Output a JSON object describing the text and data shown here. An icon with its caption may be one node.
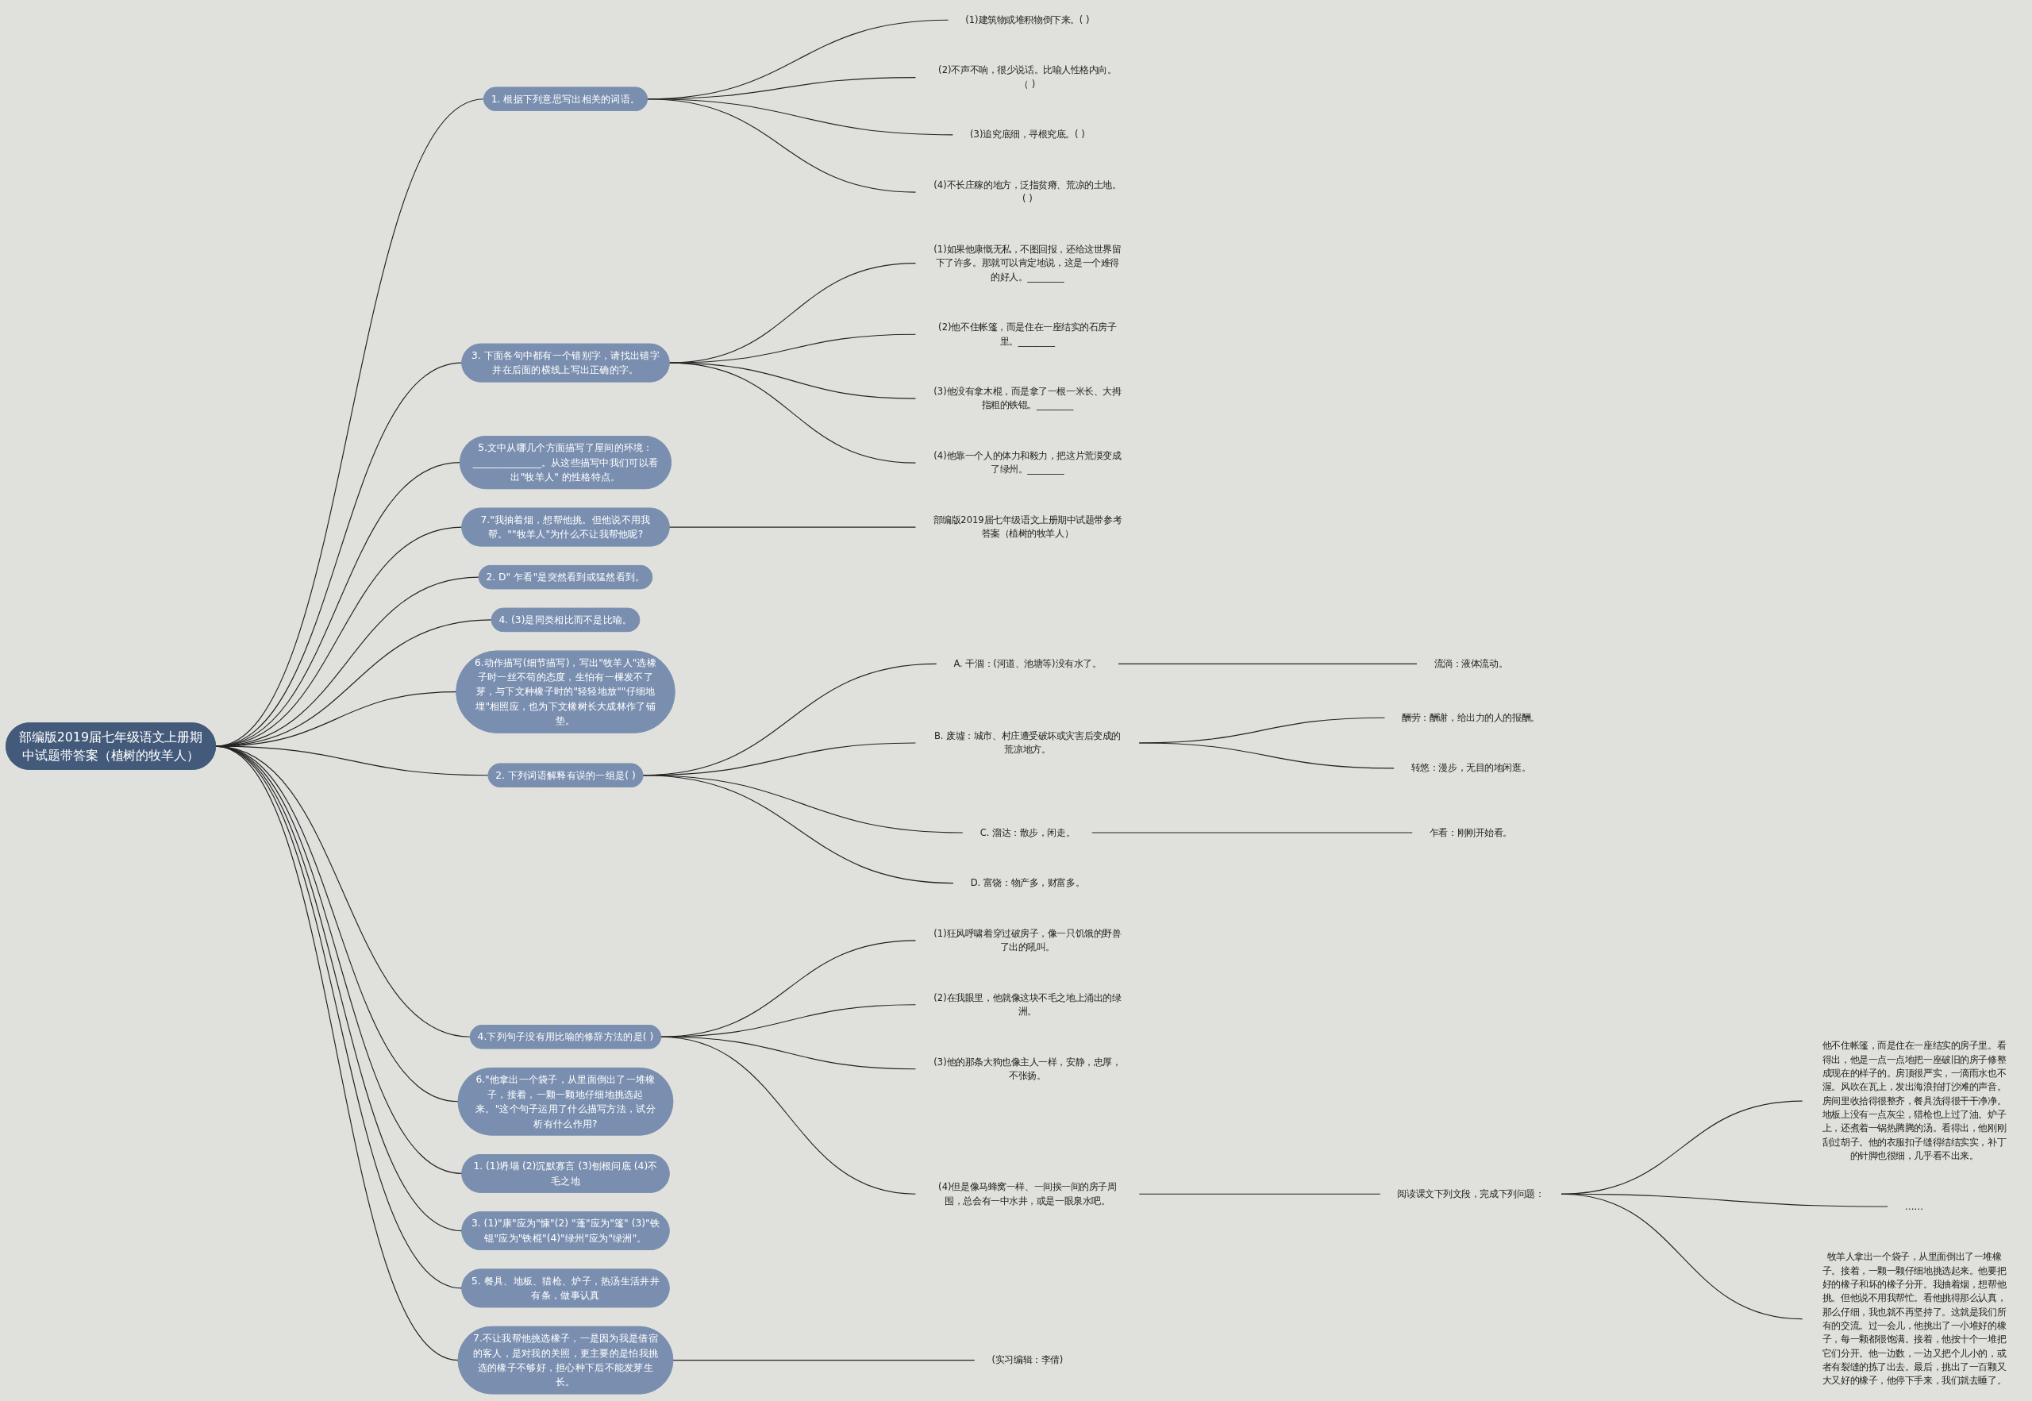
{
  "diagram": {
    "nodes": [
      {
        "text": [
          "部编版2019届七年级语文上册期中试题带答案（植树的牧羊人）"
        ]
      },
      {
        "text": [
          "1. 根据下列意思写出相关的词语。"
        ]
      },
      {
        "text": [
          "(1)建筑物或堆积物倒下来。( )"
        ]
      },
      {
        "text": [
          "(2)不声不响，很少说话。比喻人性格内向。（ )"
        ]
      },
      {
        "text": [
          "(3)追究底细，寻根究底。( )"
        ]
      },
      {
        "text": [
          "(4)不长庄稼的地方，泛指贫瘠、荒凉的土地。( )"
        ]
      },
      {
        "text": [
          "3. 下面各句中都有一个错别字，请找出错字并在后面的横线上写出正确的字。"
        ]
      },
      {
        "text": [
          "(1)如果他康慨无私，不图回报，还给这世界留下了许多。那就可以肯定地说，这是一个难得的好人。________"
        ]
      },
      {
        "text": [
          "(2)他不住帐篷，而是住在一座结实的石房子里。________"
        ]
      },
      {
        "text": [
          "(3)他没有拿木棍，而是拿了一根一米长、大拇指粗的铁锟。________"
        ]
      },
      {
        "text": [
          "(4)他靠一个人的体力和毅力，把这片荒漠变成了绿州。________"
        ]
      },
      {
        "text": [
          "5.文中从哪几个方面描写了屋间的环境：______________。从这些描写中我们可以看出\"牧羊人\" 的性格特点。"
        ]
      },
      {
        "text": [
          "7.\"我抽着烟，想帮他挑。但他说不用我帮。\"\"牧羊人\"为什么不让我帮他呢?"
        ]
      },
      {
        "text": [
          "部编版2019届七年级语文上册期中试题带参考答案（植树的牧羊人）"
        ]
      },
      {
        "text": [
          "2. D\" 乍看\"是突然看到或猛然看到。"
        ]
      },
      {
        "text": [
          "4. (3)是同类相比而不是比喻。"
        ]
      },
      {
        "text": [
          "6.动作描写(细节描写)，写出\"牧羊人\"选橡子时一丝不苟的态度，生怕有一棵发不了芽，与下文种橡子时的\"轻轻地放\"\"仔细地埋\"相照应，也为下文橡树长大成林作了铺垫。"
        ]
      },
      {
        "text": [
          "2. 下列词语解释有误的一组是( )"
        ]
      },
      {
        "text": [
          "A. 干涸：(河道、池塘等)没有水了。"
        ]
      },
      {
        "text": [
          "流淌：液体流动。"
        ]
      },
      {
        "text": [
          "B. 废墟：城市、村庄遭受破坏或灾害后变成的荒凉地方。"
        ]
      },
      {
        "text": [
          "酬劳：酬谢，给出力的人的报酬。"
        ]
      },
      {
        "text": [
          "转悠：漫步，无目的地闲逛。"
        ]
      },
      {
        "text": [
          "C. 溜达：散步，闲走。"
        ]
      },
      {
        "text": [
          "乍看：刚刚开始看。"
        ]
      },
      {
        "text": [
          "D. 富饶：物产多，财富多。"
        ]
      },
      {
        "text": [
          "4.下列句子没有用比喻的修辞方法的是( )"
        ]
      },
      {
        "text": [
          "(1)狂风呼啸着穿过破房子，像一只饥饿的野兽了出的吼叫。"
        ]
      },
      {
        "text": [
          "(2)在我眼里，他就像这块不毛之地上涌出的绿洲。"
        ]
      },
      {
        "text": [
          "(3)他的那条大狗也像主人一样，安静，忠厚，不张扬。"
        ]
      },
      {
        "text": [
          "(4)但是像马蜂窝一样、一间挨一间的房子周围，总会有一中水井，或是一眼泉水吧。"
        ]
      },
      {
        "text": [
          "阅读课文下列文段，完成下列问题："
        ]
      },
      {
        "text": [
          "他不住帐篷，而是住在一座结实的房子里。看得出，他是一点一点地把一座破旧的房子修整成现在的样子的。房顶很严实，一滴雨水也不渥。风吹在瓦上，发出海浪拍打沙滩的声音。房间里收拾得很整齐，餐具洗得很干干净净。地板上没有一点灰尘，猎枪也上过了油。炉子上，还煮着一锅热腾腾的汤。看得出，他刚刚刮过胡子。他的衣服扣子缝得结结实实，补丁的针脚也很细，几乎看不出来。"
        ]
      },
      {
        "text": [
          "……"
        ]
      },
      {
        "text": [
          "牧羊人拿出一个袋子，从里面倒出了一堆橡子。接着，一颗一颗仔细地挑选起来。他要把好的橡子和坏的橡子分开。我抽着烟，想帮他挑。但他说不用我帮忙。看他挑得那么认真，那么仔细，我也就不再坚持了。这就是我们所有的交流。过一会儿，他挑出了一小堆好的橡子，每一颗都很饱满。接着，他按十个一堆把它们分开。他一边数，一边又把个儿小的，或者有裂缝的拣了出去。最后，挑出了一百颗又大又好的橡子，他停下手来，我们就去睡了。"
        ]
      },
      {
        "text": [
          "6.\"他拿出一个袋子，从里面倒出了一堆橡子，接着，一颗一颗地仔细地挑选起来。\"这个句子运用了什么描写方法，试分析有什么作用?"
        ]
      },
      {
        "text": [
          "1. (1)坍塌 (2)沉默寡言 (3)刨根问底 (4)不毛之地"
        ]
      },
      {
        "text": [
          "3. (1)\"康\"应为\"慷\"(2) \"蓬\"应为\"篷\" (3)\"铁锟\"应为\"铁棍\"(4)\"绿州\"应为\"绿洲\"。"
        ]
      },
      {
        "text": [
          "5. 餐具、地板、猎枪、炉子，热汤生活井井有条，做事认真"
        ]
      },
      {
        "text": [
          "7.不让我帮他挑选橡子，一是因为我是借宿的客人，是对我的关照，更主要的是怕我挑选的橡子不够好，担心种下后不能发芽生长。"
        ]
      },
      {
        "text": [
          "(实习编辑：李倩)"
        ]
      }
    ],
    "edges": [
      {
        "from": 0,
        "to": 1,
        "arrow": "none"
      },
      {
        "from": 1,
        "to": 2,
        "arrow": "none"
      },
      {
        "from": 1,
        "to": 3,
        "arrow": "none"
      },
      {
        "from": 1,
        "to": 4,
        "arrow": "none"
      },
      {
        "from": 1,
        "to": 5,
        "arrow": "none"
      },
      {
        "from": 0,
        "to": 6,
        "arrow": "none"
      },
      {
        "from": 6,
        "to": 7,
        "arrow": "none"
      },
      {
        "from": 6,
        "to": 8,
        "arrow": "none"
      },
      {
        "from": 6,
        "to": 9,
        "arrow": "none"
      },
      {
        "from": 6,
        "to": 10,
        "arrow": "none"
      },
      {
        "from": 0,
        "to": 11,
        "arrow": "none"
      },
      {
        "from": 0,
        "to": 12,
        "arrow": "none"
      },
      {
        "from": 12,
        "to": 13,
        "arrow": "none"
      },
      {
        "from": 0,
        "to": 14,
        "arrow": "none"
      },
      {
        "from": 0,
        "to": 15,
        "arrow": "none"
      },
      {
        "from": 0,
        "to": 16,
        "arrow": "none"
      },
      {
        "from": 0,
        "to": 17,
        "arrow": "none"
      },
      {
        "from": 17,
        "to": 18,
        "arrow": "none"
      },
      {
        "from": 18,
        "to": 19,
        "arrow": "none"
      },
      {
        "from": 17,
        "to": 20,
        "arrow": "none"
      },
      {
        "from": 20,
        "to": 21,
        "arrow": "none"
      },
      {
        "from": 20,
        "to": 22,
        "arrow": "none"
      },
      {
        "from": 17,
        "to": 23,
        "arrow": "none"
      },
      {
        "from": 23,
        "to": 24,
        "arrow": "none"
      },
      {
        "from": 17,
        "to": 25,
        "arrow": "none"
      },
      {
        "from": 0,
        "to": 26,
        "arrow": "none"
      },
      {
        "from": 26,
        "to": 27,
        "arrow": "none"
      },
      {
        "from": 26,
        "to": 28,
        "arrow": "none"
      },
      {
        "from": 26,
        "to": 29,
        "arrow": "none"
      },
      {
        "from": 26,
        "to": 30,
        "arrow": "none"
      },
      {
        "from": 30,
        "to": 31,
        "arrow": "none"
      },
      {
        "from": 31,
        "to": 32,
        "arrow": "none"
      },
      {
        "from": 31,
        "to": 33,
        "arrow": "none"
      },
      {
        "from": 31,
        "to": 34,
        "arrow": "none"
      },
      {
        "from": 0,
        "to": 35,
        "arrow": "none"
      },
      {
        "from": 0,
        "to": 36,
        "arrow": "none"
      },
      {
        "from": 0,
        "to": 37,
        "arrow": "none"
      },
      {
        "from": 0,
        "to": 38,
        "arrow": "none"
      },
      {
        "from": 0,
        "to": 39,
        "arrow": "none"
      },
      {
        "from": 39,
        "to": 40,
        "arrow": "none"
      }
    ]
  }
}
